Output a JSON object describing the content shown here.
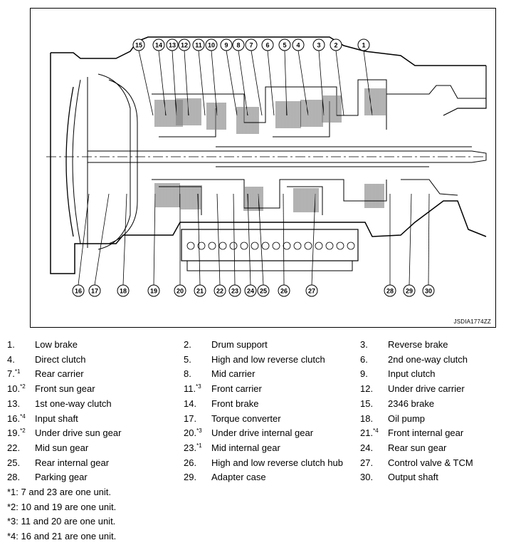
{
  "figure": {
    "figure_id": "JSDIA1774ZZ",
    "callouts_top": [
      "15",
      "14",
      "13",
      "12",
      "11",
      "10",
      "9",
      "8",
      "7",
      "6",
      "5",
      "4",
      "3",
      "2",
      "1"
    ],
    "callouts_bottom": [
      "16",
      "17",
      "18",
      "19",
      "20",
      "21",
      "22",
      "23",
      "24",
      "25",
      "26",
      "27",
      "28",
      "29",
      "30"
    ]
  },
  "legend": {
    "rows": [
      [
        {
          "num": "1.",
          "note": "",
          "label": "Low brake"
        },
        {
          "num": "2.",
          "note": "",
          "label": "Drum support"
        },
        {
          "num": "3.",
          "note": "",
          "label": "Reverse brake"
        }
      ],
      [
        {
          "num": "4.",
          "note": "",
          "label": "Direct clutch"
        },
        {
          "num": "5.",
          "note": "",
          "label": "High and low reverse clutch"
        },
        {
          "num": "6.",
          "note": "",
          "label": "2nd one-way clutch"
        }
      ],
      [
        {
          "num": "7.",
          "note": "*1",
          "label": "Rear carrier"
        },
        {
          "num": "8.",
          "note": "",
          "label": "Mid carrier"
        },
        {
          "num": "9.",
          "note": "",
          "label": "Input clutch"
        }
      ],
      [
        {
          "num": "10.",
          "note": "*2",
          "label": "Front sun gear"
        },
        {
          "num": "11.",
          "note": "*3",
          "label": "Front carrier"
        },
        {
          "num": "12.",
          "note": "",
          "label": "Under drive carrier"
        }
      ],
      [
        {
          "num": "13.",
          "note": "",
          "label": "1st one-way clutch"
        },
        {
          "num": "14.",
          "note": "",
          "label": "Front brake"
        },
        {
          "num": "15.",
          "note": "",
          "label": "2346 brake"
        }
      ],
      [
        {
          "num": "16.",
          "note": "*4",
          "label": "Input shaft"
        },
        {
          "num": "17.",
          "note": "",
          "label": "Torque converter"
        },
        {
          "num": "18.",
          "note": "",
          "label": "Oil pump"
        }
      ],
      [
        {
          "num": "19.",
          "note": "*2",
          "label": "Under drive sun gear"
        },
        {
          "num": "20.",
          "note": "*3",
          "label": "Under drive internal gear"
        },
        {
          "num": "21.",
          "note": "*4",
          "label": "Front internal gear"
        }
      ],
      [
        {
          "num": "22.",
          "note": "",
          "label": "Mid sun gear"
        },
        {
          "num": "23.",
          "note": "*1",
          "label": "Mid internal gear"
        },
        {
          "num": "24.",
          "note": "",
          "label": "Rear sun gear"
        }
      ],
      [
        {
          "num": "25.",
          "note": "",
          "label": "Rear internal gear"
        },
        {
          "num": "26.",
          "note": "",
          "label": "High and low reverse clutch hub"
        },
        {
          "num": "27.",
          "note": "",
          "label": "Control valve & TCM"
        }
      ],
      [
        {
          "num": "28.",
          "note": "",
          "label": "Parking gear"
        },
        {
          "num": "29.",
          "note": "",
          "label": "Adapter case"
        },
        {
          "num": "30.",
          "note": "",
          "label": "Output shaft"
        }
      ]
    ],
    "notes": [
      {
        "mark": "*1:",
        "text": "7 and 23 are one unit."
      },
      {
        "mark": "*2:",
        "text": "10 and 19 are one unit."
      },
      {
        "mark": "*3:",
        "text": "11 and 20 are one unit."
      },
      {
        "mark": "*4:",
        "text": "16 and 21 are one unit."
      }
    ]
  }
}
